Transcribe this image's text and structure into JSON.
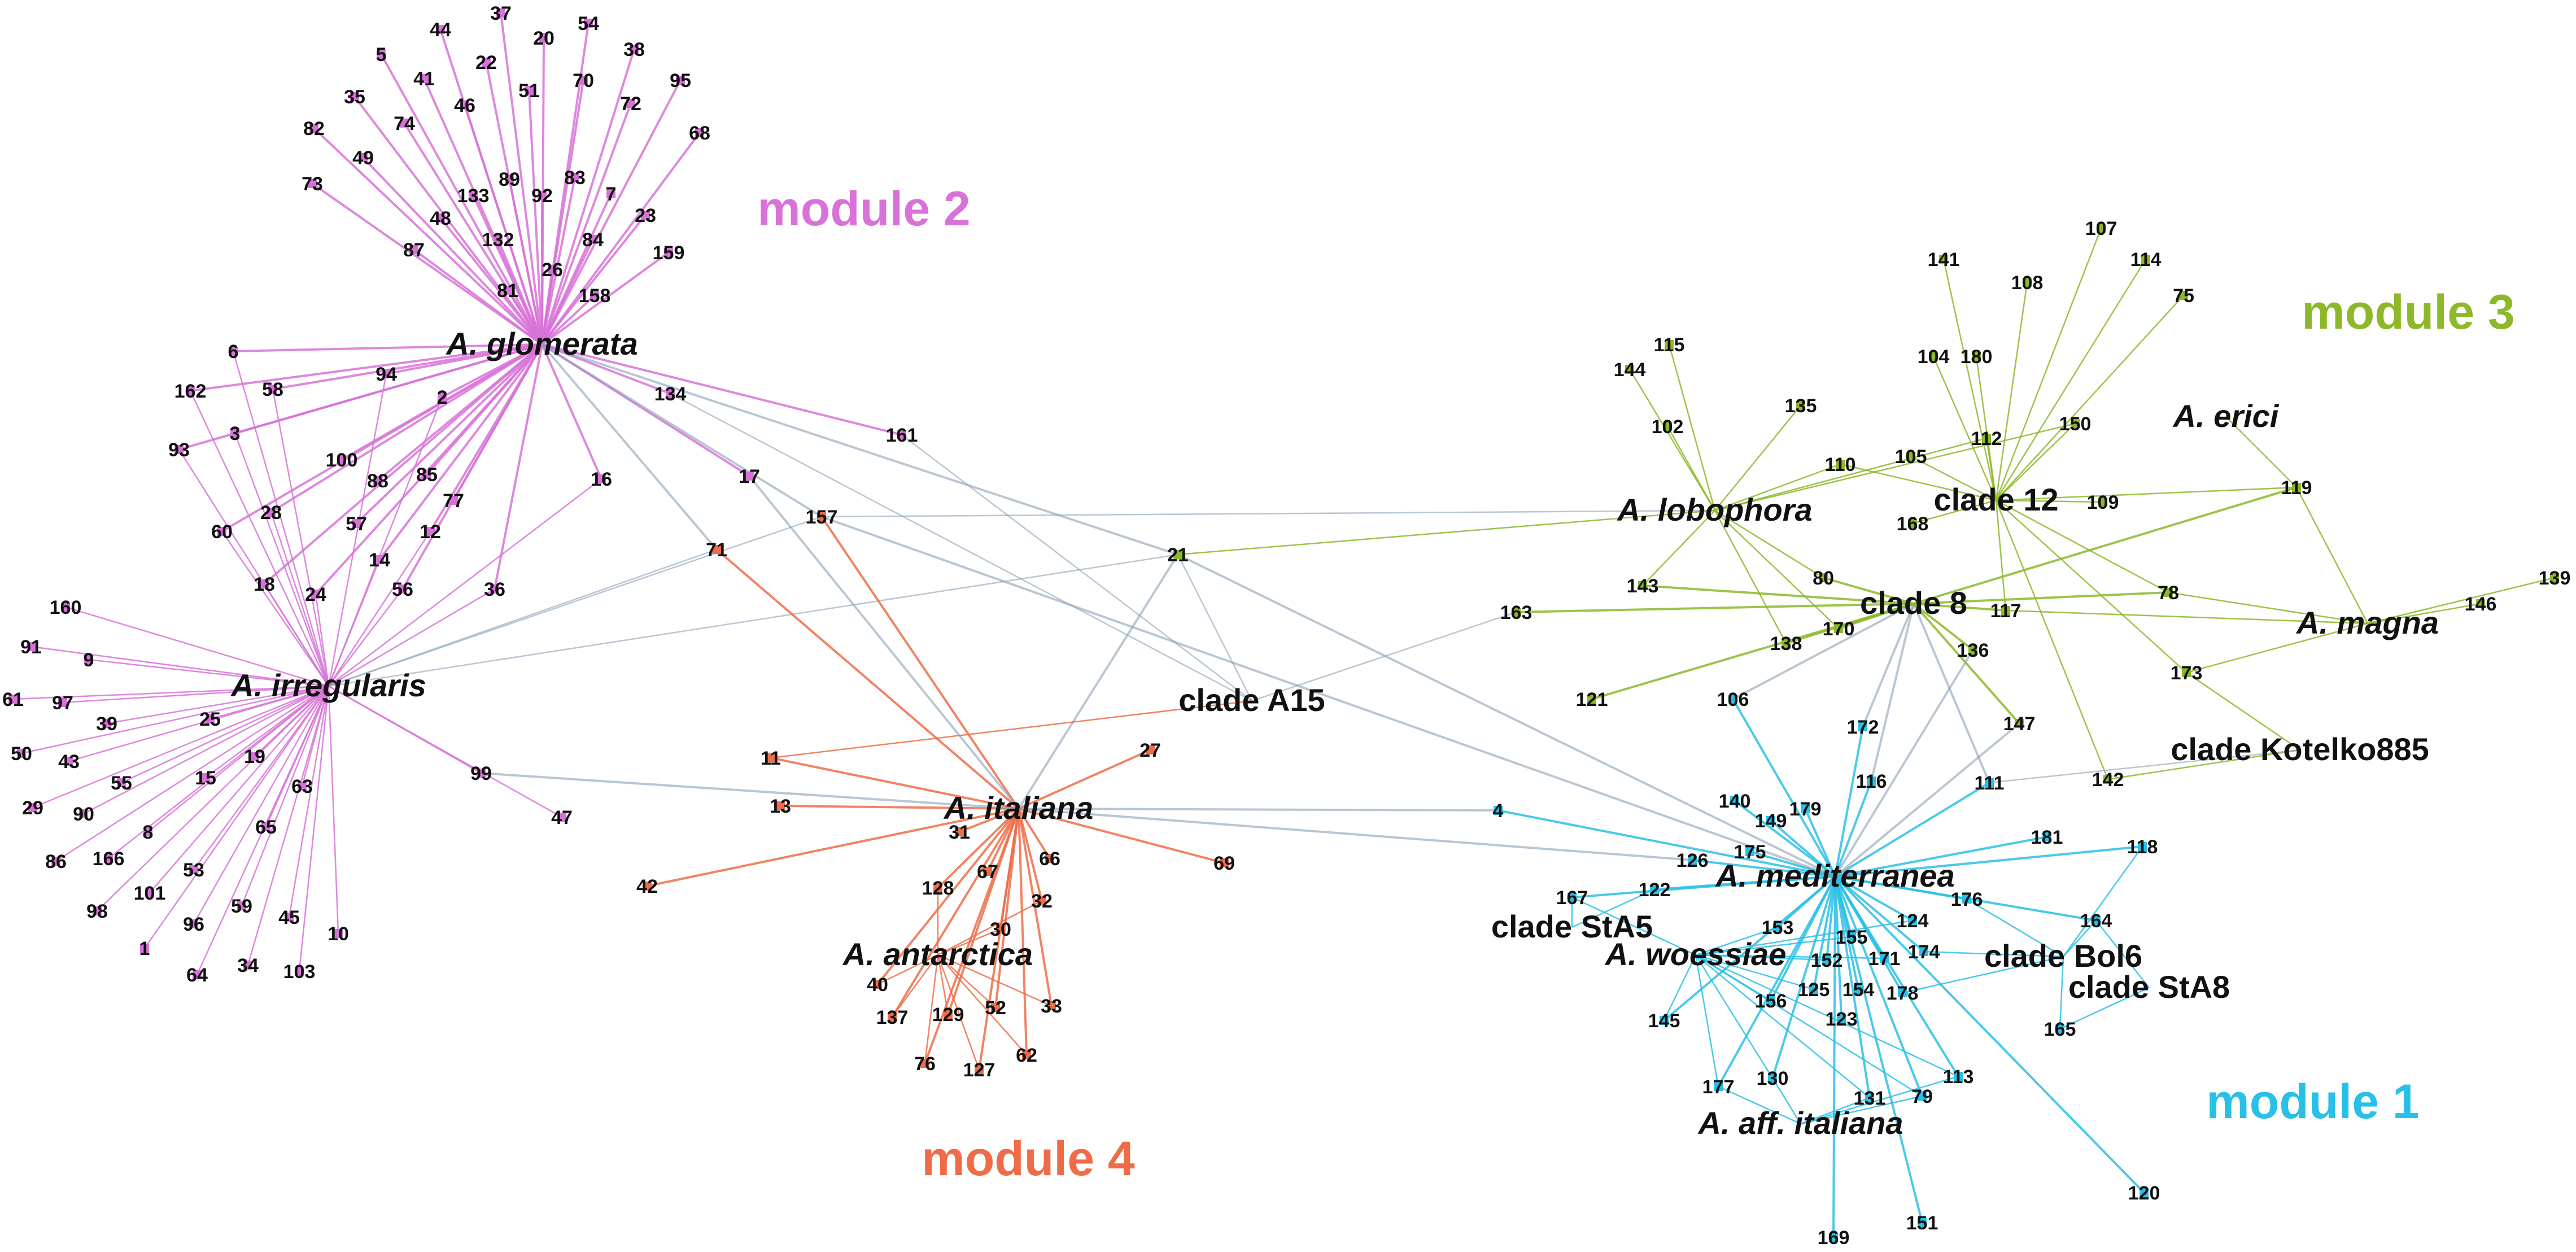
{
  "modules": [
    {
      "id": "m1",
      "label": "module 1",
      "color": "#29c0e8"
    },
    {
      "id": "m2",
      "label": "module 2",
      "color": "#d872d8"
    },
    {
      "id": "m3",
      "label": "module 3",
      "color": "#8cb82a"
    },
    {
      "id": "m4",
      "label": "module 4",
      "color": "#ee6d48"
    }
  ],
  "hubs": [
    {
      "id": "glomerata",
      "label": "A. glomerata",
      "italic": true,
      "module": "m2"
    },
    {
      "id": "irregularis",
      "label": "A. irregularis",
      "italic": true,
      "module": "m2"
    },
    {
      "id": "italiana",
      "label": "A. italiana",
      "italic": true,
      "module": "m4"
    },
    {
      "id": "antarctica",
      "label": "A. antarctica",
      "italic": true,
      "module": "m4"
    },
    {
      "id": "cladeA15",
      "label": "clade A15",
      "italic": false,
      "module": "m4"
    },
    {
      "id": "lobophora",
      "label": "A. lobophora",
      "italic": true,
      "module": "m3"
    },
    {
      "id": "clade12",
      "label": "clade 12",
      "italic": false,
      "module": "m3"
    },
    {
      "id": "clade8",
      "label": "clade 8",
      "italic": false,
      "module": "m3"
    },
    {
      "id": "erici",
      "label": "A. erici",
      "italic": true,
      "module": "m3"
    },
    {
      "id": "magna",
      "label": "A. magna",
      "italic": true,
      "module": "m3"
    },
    {
      "id": "kotelko",
      "label": "clade Kotelko885",
      "italic": false,
      "module": "m3"
    },
    {
      "id": "mediterranea",
      "label": "A. mediterranea",
      "italic": true,
      "module": "m1"
    },
    {
      "id": "woessiae",
      "label": "A. woessiae",
      "italic": true,
      "module": "m1"
    },
    {
      "id": "StA5",
      "label": "clade StA5",
      "italic": false,
      "module": "m1"
    },
    {
      "id": "Bol6",
      "label": "clade Bol6",
      "italic": false,
      "module": "m1"
    },
    {
      "id": "StA8",
      "label": "clade StA8",
      "italic": false,
      "module": "m1"
    },
    {
      "id": "affitaliana",
      "label": "A. aff. italiana",
      "italic": true,
      "module": "m1"
    }
  ],
  "modules_members": {
    "m2": [
      "44",
      "37",
      "20",
      "54",
      "5",
      "22",
      "38",
      "41",
      "51",
      "70",
      "95",
      "35",
      "74",
      "46",
      "72",
      "68",
      "82",
      "49",
      "89",
      "83",
      "92",
      "7",
      "73",
      "133",
      "48",
      "23",
      "132",
      "84",
      "87",
      "26",
      "159",
      "81",
      "158",
      "6",
      "94",
      "58",
      "2",
      "162",
      "134",
      "3",
      "93",
      "100",
      "88",
      "85",
      "77",
      "161",
      "16",
      "28",
      "60",
      "57",
      "12",
      "17",
      "14",
      "18",
      "24",
      "56",
      "36",
      "160",
      "91",
      "9",
      "61",
      "97",
      "39",
      "50",
      "43",
      "55",
      "25",
      "19",
      "29",
      "90",
      "15",
      "63",
      "86",
      "166",
      "8",
      "65",
      "101",
      "53",
      "98",
      "96",
      "59",
      "1",
      "34",
      "45",
      "10",
      "64",
      "103",
      "99",
      "47"
    ],
    "m4": [
      "157",
      "71",
      "11",
      "13",
      "27",
      "42",
      "31",
      "128",
      "67",
      "66",
      "69",
      "32",
      "30",
      "40",
      "137",
      "129",
      "52",
      "33",
      "76",
      "127",
      "62"
    ],
    "m3": [
      "141",
      "107",
      "114",
      "108",
      "75",
      "115",
      "144",
      "104",
      "180",
      "102",
      "135",
      "112",
      "150",
      "110",
      "105",
      "119",
      "109",
      "168",
      "143",
      "80",
      "170",
      "78",
      "163",
      "117",
      "146",
      "139",
      "138",
      "136",
      "173",
      "121",
      "147",
      "142",
      "21"
    ],
    "m1": [
      "106",
      "172",
      "4",
      "140",
      "149",
      "179",
      "116",
      "111",
      "126",
      "175",
      "122",
      "167",
      "181",
      "118",
      "176",
      "164",
      "153",
      "124",
      "155",
      "171",
      "152",
      "174",
      "125",
      "154",
      "145",
      "156",
      "178",
      "123",
      "165",
      "177",
      "130",
      "131",
      "79",
      "113",
      "120",
      "151",
      "169"
    ]
  },
  "edges": {
    "glomerata": [
      "44",
      "37",
      "20",
      "54",
      "5",
      "22",
      "38",
      "41",
      "51",
      "70",
      "95",
      "35",
      "74",
      "46",
      "72",
      "68",
      "82",
      "49",
      "89",
      "83",
      "92",
      "7",
      "73",
      "133",
      "48",
      "23",
      "132",
      "84",
      "87",
      "26",
      "159",
      "81",
      "158",
      "6",
      "94",
      "58",
      "2",
      "162",
      "134",
      "3",
      "93",
      "100",
      "88",
      "85",
      "77",
      "161",
      "16",
      "28",
      "60",
      "57",
      "12",
      "17",
      "14",
      "18",
      "24",
      "56",
      "36",
      "71",
      "157",
      "21"
    ],
    "irregularis": [
      "160",
      "91",
      "9",
      "61",
      "97",
      "39",
      "50",
      "43",
      "55",
      "25",
      "19",
      "29",
      "90",
      "15",
      "63",
      "86",
      "166",
      "8",
      "65",
      "101",
      "53",
      "98",
      "96",
      "59",
      "1",
      "34",
      "45",
      "10",
      "64",
      "103",
      "99",
      "47",
      "162",
      "58",
      "3",
      "93",
      "2",
      "28",
      "60",
      "18",
      "24",
      "14",
      "56",
      "6",
      "36",
      "71",
      "157",
      "21",
      "12",
      "94",
      "16"
    ],
    "italiana": [
      "157",
      "71",
      "11",
      "13",
      "27",
      "42",
      "31",
      "128",
      "67",
      "66",
      "69",
      "32",
      "30",
      "40",
      "137",
      "129",
      "52",
      "33",
      "76",
      "127",
      "62",
      "17",
      "99",
      "21",
      "4",
      "126"
    ],
    "antarctica": [
      "40",
      "137",
      "129",
      "52",
      "33",
      "76",
      "127",
      "62",
      "30",
      "32",
      "128"
    ],
    "cladeA15": [
      "161",
      "134",
      "11",
      "21",
      "163"
    ],
    "lobophora": [
      "144",
      "115",
      "102",
      "135",
      "110",
      "143",
      "80",
      "170",
      "138",
      "157",
      "21",
      "112",
      "150"
    ],
    "clade12": [
      "141",
      "107",
      "114",
      "108",
      "75",
      "104",
      "180",
      "112",
      "150",
      "105",
      "109",
      "119",
      "168",
      "110",
      "117",
      "173",
      "78",
      "142"
    ],
    "clade8": [
      "80",
      "170",
      "138",
      "136",
      "106",
      "172",
      "116",
      "121",
      "147",
      "111",
      "143",
      "163",
      "119",
      "78",
      "117"
    ],
    "erici": [
      "119"
    ],
    "magna": [
      "146",
      "139",
      "119",
      "117",
      "173",
      "78"
    ],
    "kotelko": [
      "173",
      "142",
      "111"
    ],
    "mediterranea": [
      "4",
      "106",
      "140",
      "149",
      "179",
      "116",
      "111",
      "126",
      "175",
      "122",
      "167",
      "181",
      "118",
      "176",
      "164",
      "153",
      "124",
      "155",
      "171",
      "152",
      "174",
      "125",
      "154",
      "145",
      "156",
      "178",
      "123",
      "177",
      "130",
      "131",
      "79",
      "113",
      "169",
      "151",
      "120",
      "172",
      "147",
      "136",
      "21",
      "157"
    ],
    "woessiae": [
      "153",
      "152",
      "125",
      "156",
      "145",
      "177",
      "130",
      "131",
      "79",
      "113",
      "124",
      "155",
      "171",
      "167"
    ],
    "StA5": [
      "167",
      "122"
    ],
    "Bol6": [
      "174",
      "178",
      "164",
      "118",
      "165",
      "176"
    ],
    "StA8": [
      "164",
      "165"
    ],
    "affitaliana": [
      "177",
      "130",
      "131",
      "79",
      "113"
    ]
  }
}
